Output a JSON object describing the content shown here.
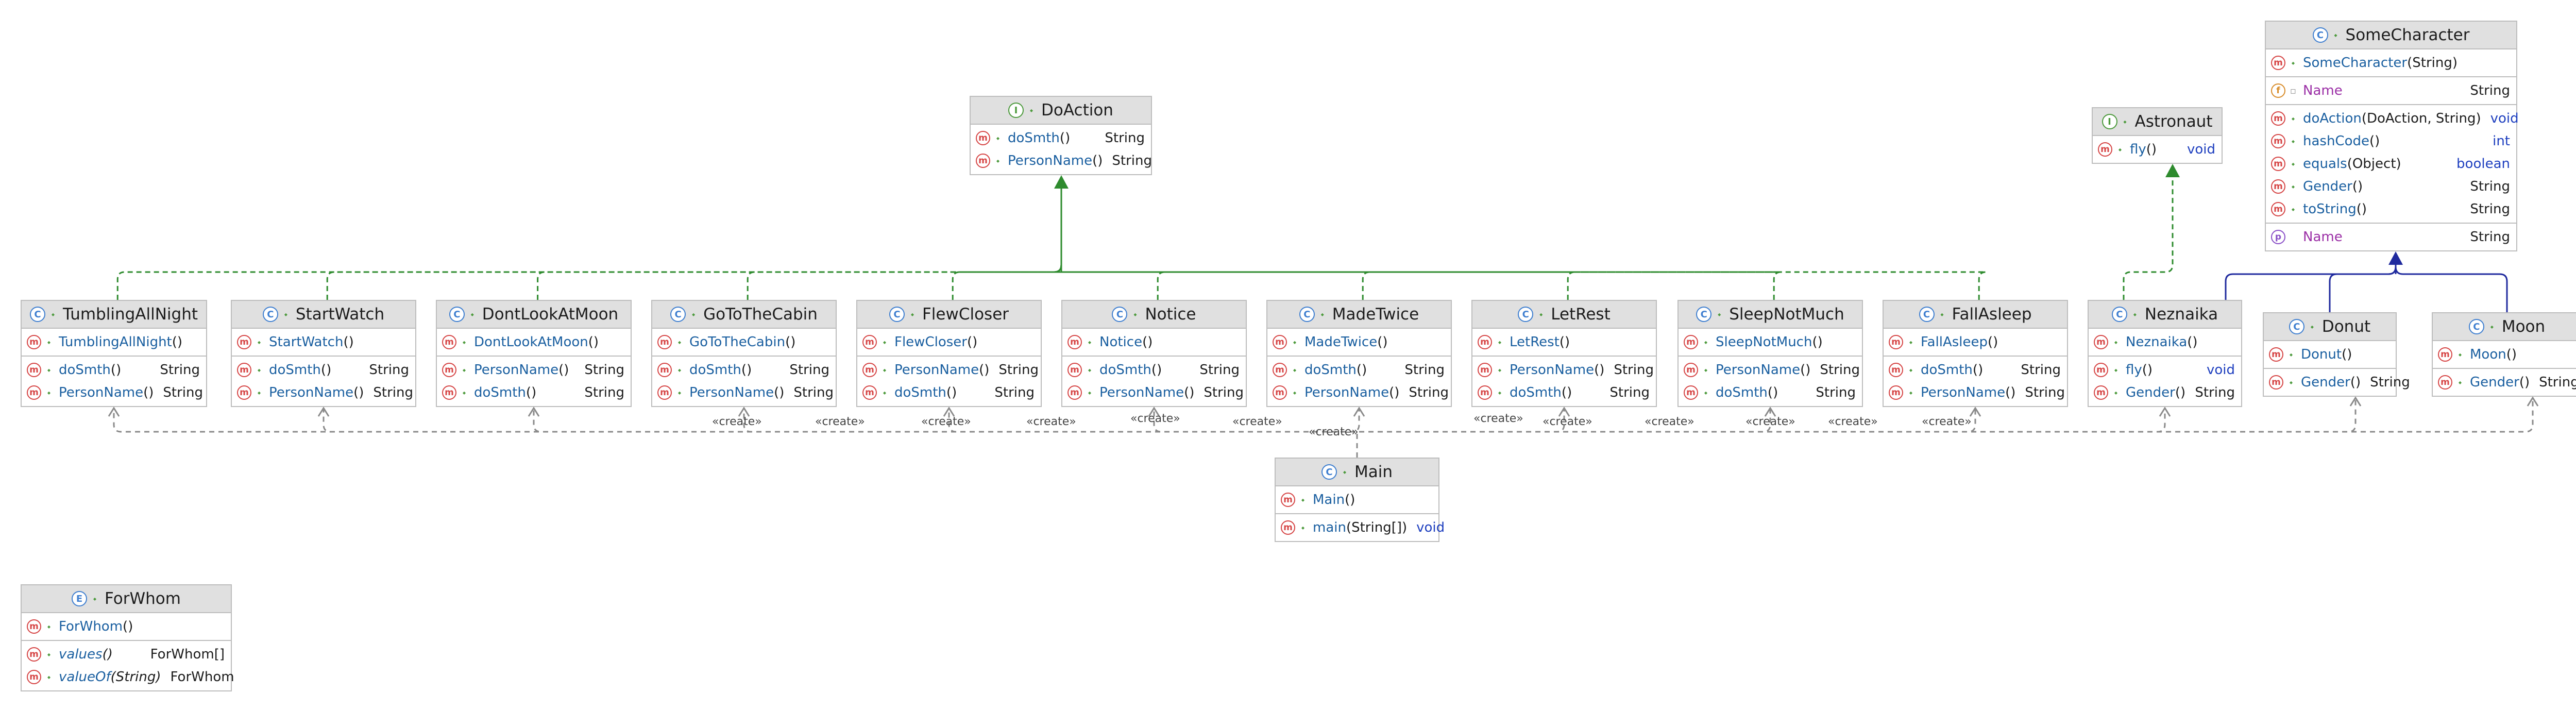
{
  "classes": [
    {
      "id": "DoAction",
      "kind": "interface",
      "name": "DoAction",
      "sections": [
        [
          {
            "b": "m",
            "name": "doSmth",
            "sig": "()",
            "type": "String"
          },
          {
            "b": "m",
            "name": "PersonName",
            "sig": "()",
            "type": "String"
          }
        ]
      ]
    },
    {
      "id": "Astronaut",
      "kind": "interface",
      "name": "Astronaut",
      "sections": [
        [
          {
            "b": "m",
            "name": "fly",
            "sig": "()",
            "type": "void",
            "kw": true
          }
        ]
      ]
    },
    {
      "id": "SomeCharacter",
      "kind": "class",
      "name": "SomeCharacter",
      "sections": [
        [
          {
            "b": "m",
            "name": "SomeCharacter",
            "sig": "(String)",
            "type": ""
          }
        ],
        [
          {
            "b": "f",
            "name": "Name",
            "sig": "",
            "type": "String",
            "prop": true
          }
        ],
        [
          {
            "b": "m",
            "name": "doAction",
            "sig": "(DoAction, String)",
            "type": "void",
            "kw": true
          },
          {
            "b": "m",
            "name": "hashCode",
            "sig": "()",
            "type": "int",
            "kw": true
          },
          {
            "b": "m",
            "name": "equals",
            "sig": "(Object)",
            "type": "boolean",
            "kw": true
          },
          {
            "b": "m",
            "name": "Gender",
            "sig": "()",
            "type": "String"
          },
          {
            "b": "m",
            "name": "toString",
            "sig": "()",
            "type": "String"
          }
        ],
        [
          {
            "b": "p",
            "name": "Name",
            "sig": "",
            "type": "String",
            "prop": true
          }
        ]
      ]
    },
    {
      "id": "TumblingAllNight",
      "kind": "class",
      "name": "TumblingAllNight",
      "sections": [
        [
          {
            "b": "m",
            "name": "TumblingAllNight",
            "sig": "()",
            "type": ""
          }
        ],
        [
          {
            "b": "m",
            "name": "doSmth",
            "sig": "()",
            "type": "String"
          },
          {
            "b": "m",
            "name": "PersonName",
            "sig": "()",
            "type": "String"
          }
        ]
      ]
    },
    {
      "id": "StartWatch",
      "kind": "class",
      "name": "StartWatch",
      "sections": [
        [
          {
            "b": "m",
            "name": "StartWatch",
            "sig": "()",
            "type": ""
          }
        ],
        [
          {
            "b": "m",
            "name": "doSmth",
            "sig": "()",
            "type": "String"
          },
          {
            "b": "m",
            "name": "PersonName",
            "sig": "()",
            "type": "String"
          }
        ]
      ]
    },
    {
      "id": "DontLookAtMoon",
      "kind": "class",
      "name": "DontLookAtMoon",
      "sections": [
        [
          {
            "b": "m",
            "name": "DontLookAtMoon",
            "sig": "()",
            "type": ""
          }
        ],
        [
          {
            "b": "m",
            "name": "PersonName",
            "sig": "()",
            "type": "String"
          },
          {
            "b": "m",
            "name": "doSmth",
            "sig": "()",
            "type": "String"
          }
        ]
      ]
    },
    {
      "id": "GoToTheCabin",
      "kind": "class",
      "name": "GoToTheCabin",
      "sections": [
        [
          {
            "b": "m",
            "name": "GoToTheCabin",
            "sig": "()",
            "type": ""
          }
        ],
        [
          {
            "b": "m",
            "name": "doSmth",
            "sig": "()",
            "type": "String"
          },
          {
            "b": "m",
            "name": "PersonName",
            "sig": "()",
            "type": "String"
          }
        ]
      ]
    },
    {
      "id": "FlewCloser",
      "kind": "class",
      "name": "FlewCloser",
      "sections": [
        [
          {
            "b": "m",
            "name": "FlewCloser",
            "sig": "()",
            "type": ""
          }
        ],
        [
          {
            "b": "m",
            "name": "PersonName",
            "sig": "()",
            "type": "String"
          },
          {
            "b": "m",
            "name": "doSmth",
            "sig": "()",
            "type": "String"
          }
        ]
      ]
    },
    {
      "id": "Notice",
      "kind": "class",
      "name": "Notice",
      "sections": [
        [
          {
            "b": "m",
            "name": "Notice",
            "sig": "()",
            "type": ""
          }
        ],
        [
          {
            "b": "m",
            "name": "doSmth",
            "sig": "()",
            "type": "String"
          },
          {
            "b": "m",
            "name": "PersonName",
            "sig": "()",
            "type": "String"
          }
        ]
      ]
    },
    {
      "id": "MadeTwice",
      "kind": "class",
      "name": "MadeTwice",
      "sections": [
        [
          {
            "b": "m",
            "name": "MadeTwice",
            "sig": "()",
            "type": ""
          }
        ],
        [
          {
            "b": "m",
            "name": "doSmth",
            "sig": "()",
            "type": "String"
          },
          {
            "b": "m",
            "name": "PersonName",
            "sig": "()",
            "type": "String"
          }
        ]
      ]
    },
    {
      "id": "LetRest",
      "kind": "class",
      "name": "LetRest",
      "sections": [
        [
          {
            "b": "m",
            "name": "LetRest",
            "sig": "()",
            "type": ""
          }
        ],
        [
          {
            "b": "m",
            "name": "PersonName",
            "sig": "()",
            "type": "String"
          },
          {
            "b": "m",
            "name": "doSmth",
            "sig": "()",
            "type": "String"
          }
        ]
      ]
    },
    {
      "id": "SleepNotMuch",
      "kind": "class",
      "name": "SleepNotMuch",
      "sections": [
        [
          {
            "b": "m",
            "name": "SleepNotMuch",
            "sig": "()",
            "type": ""
          }
        ],
        [
          {
            "b": "m",
            "name": "PersonName",
            "sig": "()",
            "type": "String"
          },
          {
            "b": "m",
            "name": "doSmth",
            "sig": "()",
            "type": "String"
          }
        ]
      ]
    },
    {
      "id": "FallAsleep",
      "kind": "class",
      "name": "FallAsleep",
      "sections": [
        [
          {
            "b": "m",
            "name": "FallAsleep",
            "sig": "()",
            "type": ""
          }
        ],
        [
          {
            "b": "m",
            "name": "doSmth",
            "sig": "()",
            "type": "String"
          },
          {
            "b": "m",
            "name": "PersonName",
            "sig": "()",
            "type": "String"
          }
        ]
      ]
    },
    {
      "id": "Neznaika",
      "kind": "class",
      "name": "Neznaika",
      "sections": [
        [
          {
            "b": "m",
            "name": "Neznaika",
            "sig": "()",
            "type": ""
          }
        ],
        [
          {
            "b": "m",
            "name": "fly",
            "sig": "()",
            "type": "void",
            "kw": true
          },
          {
            "b": "m",
            "name": "Gender",
            "sig": "()",
            "type": "String"
          }
        ]
      ]
    },
    {
      "id": "Donut",
      "kind": "class",
      "name": "Donut",
      "sections": [
        [
          {
            "b": "m",
            "name": "Donut",
            "sig": "()",
            "type": ""
          }
        ],
        [
          {
            "b": "m",
            "name": "Gender",
            "sig": "()",
            "type": "String"
          }
        ]
      ]
    },
    {
      "id": "Moon",
      "kind": "class",
      "name": "Moon",
      "sections": [
        [
          {
            "b": "m",
            "name": "Moon",
            "sig": "()",
            "type": ""
          }
        ],
        [
          {
            "b": "m",
            "name": "Gender",
            "sig": "()",
            "type": "String"
          }
        ]
      ]
    },
    {
      "id": "Main",
      "kind": "class",
      "name": "Main",
      "sections": [
        [
          {
            "b": "m",
            "name": "Main",
            "sig": "()",
            "type": ""
          }
        ],
        [
          {
            "b": "m",
            "name": "main",
            "sig": "(String[])",
            "type": "void",
            "kw": true
          }
        ]
      ]
    },
    {
      "id": "ForWhom",
      "kind": "enum",
      "name": "ForWhom",
      "sections": [
        [
          {
            "b": "m",
            "name": "ForWhom",
            "sig": "()",
            "type": ""
          }
        ],
        [
          {
            "b": "m",
            "name": "values",
            "sig": "()",
            "type": "ForWhom[]",
            "ital": true
          },
          {
            "b": "m",
            "name": "valueOf",
            "sig": "(String)",
            "type": "ForWhom",
            "ital": true
          }
        ]
      ]
    }
  ],
  "relations": {
    "create_label": "«create»",
    "implements_DoAction": [
      "TumblingAllNight",
      "StartWatch",
      "DontLookAtMoon",
      "GoToTheCabin",
      "FlewCloser",
      "Notice",
      "MadeTwice",
      "LetRest",
      "SleepNotMuch",
      "FallAsleep"
    ],
    "implements_Astronaut": [
      "Neznaika"
    ],
    "extends_SomeCharacter": [
      "Neznaika",
      "Donut",
      "Moon"
    ],
    "main_creates": [
      "TumblingAllNight",
      "StartWatch",
      "DontLookAtMoon",
      "GoToTheCabin",
      "FlewCloser",
      "Notice",
      "MadeTwice",
      "LetRest",
      "SleepNotMuch",
      "FallAsleep",
      "Neznaika",
      "Donut",
      "Moon"
    ]
  },
  "colors": {
    "implements": "#2e8b2e",
    "extends": "#1f2a9e",
    "dependency": "#8a8a8a",
    "header_bg": "#e0e0e0"
  }
}
